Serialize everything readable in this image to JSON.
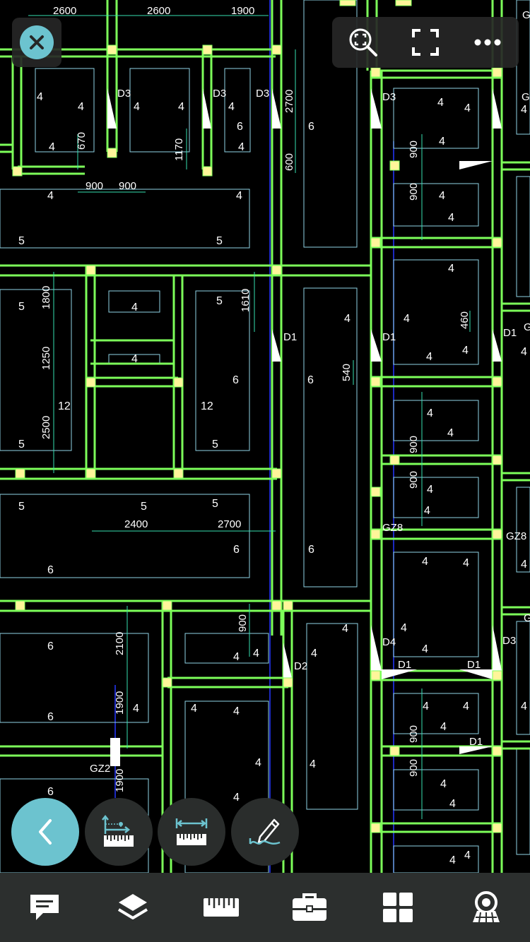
{
  "drawing": {
    "dimension_labels": [
      "2600",
      "2600",
      "1900",
      "2700",
      "600",
      "670",
      "1170",
      "900",
      "900",
      "1800",
      "1250",
      "2500",
      "1610",
      "540",
      "460",
      "900",
      "900",
      "900",
      "900",
      "2400",
      "2700",
      "900",
      "2100",
      "1900",
      "1900",
      "900",
      "900"
    ],
    "element_labels": [
      "D3",
      "D3",
      "D3",
      "D3",
      "D1",
      "D1",
      "D1",
      "D2",
      "D4",
      "D1",
      "D1",
      "D3",
      "D1",
      "GZ8",
      "GZ8",
      "GZ2",
      "G",
      "G",
      "G",
      "G"
    ],
    "room_marks": [
      "4",
      "5",
      "6",
      "12"
    ]
  },
  "toolbar": {
    "close_icon": "close-icon",
    "zoom_icon": "zoom-fit-icon",
    "fullscreen_icon": "fullscreen-icon",
    "more_icon": "more-icon"
  },
  "fabs": [
    "back-chevron-icon",
    "coordinate-measure-icon",
    "distance-measure-icon",
    "annotate-pen-icon"
  ],
  "bottom_nav": [
    "comment-icon",
    "layers-icon",
    "ruler-icon",
    "toolbox-icon",
    "grid-icon",
    "panorama-icon"
  ],
  "colors": {
    "wall": "#7dff5a",
    "accent": "#6cc3cf",
    "dim": "#36e0b0",
    "node": "#fff59a",
    "axis": "#2538ff"
  }
}
